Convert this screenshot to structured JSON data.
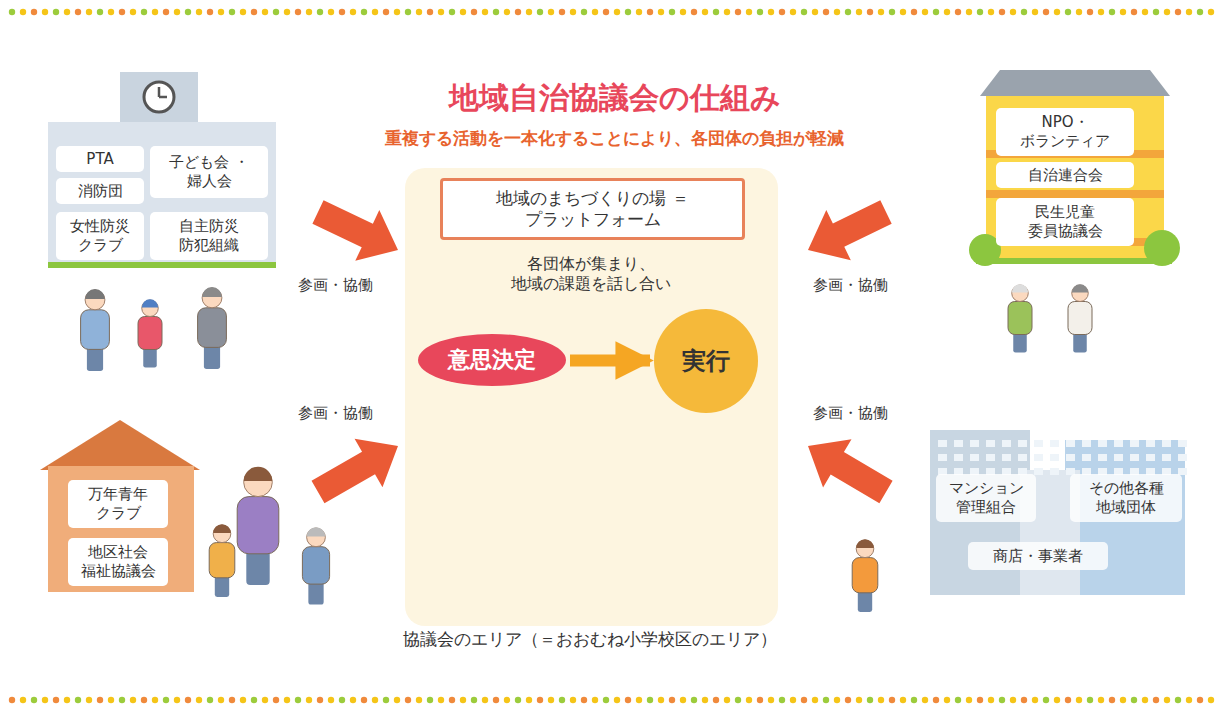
{
  "diagram": {
    "title": "地域自治協議会の仕組み",
    "caption": "協議会のエリア（＝おおむね小学校区のエリア）",
    "nodes": [
      {
        "text": [
          "PTA"
        ]
      },
      {
        "text": [
          "子ども会 ・婦人会"
        ]
      },
      {
        "text": [
          "消防団"
        ]
      },
      {
        "text": [
          "女性防災 クラブ"
        ]
      },
      {
        "text": [
          "自主防災 防犯組織"
        ]
      },
      {
        "text": [
          "NPO・ ボランティア"
        ]
      },
      {
        "text": [
          "自治連合会"
        ]
      },
      {
        "text": [
          "民生児童 委員協議会"
        ]
      },
      {
        "text": [
          "各団体が集まり、 地域の課題を話し合い"
        ]
      },
      {
        "text": [
          "地域のまちづくりの場 ＝プラットフォーム"
        ],
        "in": 8
      },
      {
        "text": [
          "意思決定"
        ],
        "in": 8
      },
      {
        "text": [
          "実行"
        ],
        "in": 8
      },
      {
        "text": [
          "万年青年 クラブ"
        ]
      },
      {
        "text": [
          "地区社会 福祉協議会"
        ]
      },
      {
        "text": [
          "マンション 管理組合"
        ]
      },
      {
        "text": [
          "その他各種 地域団体"
        ]
      },
      {
        "text": [
          "商店・事業者"
        ]
      }
    ],
    "edges": [
      {
        "from": 10,
        "to": 11,
        "arrow": "to"
      }
    ],
    "labels": [
      "重複する活動を一本化することにより、各団体の負担が軽減",
      "参画・協働",
      "参画・協働",
      "参画・協働",
      "参画・協働"
    ]
  }
}
